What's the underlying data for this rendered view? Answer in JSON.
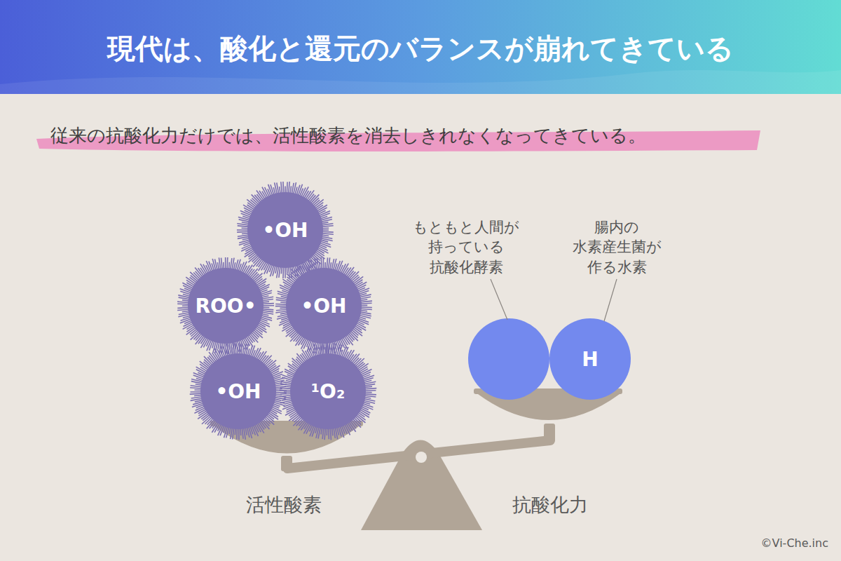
{
  "diagram": {
    "title": "現代は、酸化と還元のバランスが崩れてきている",
    "nodes": [
      {
        "text": [
          "•OH"
        ]
      },
      {
        "text": [
          "ROO•"
        ]
      },
      {
        "text": [
          "•OH"
        ]
      },
      {
        "text": [
          "•OH"
        ]
      },
      {
        "text": [
          "¹O₂"
        ]
      },
      {
        "text": [
          "H"
        ]
      }
    ],
    "labels": [
      "従来の抗酸化力だけでは、活性酸素を消去しきれなくなってきている。",
      "もともと人間が 持っている 抗酸化酵素",
      "腸内の 水素産生菌が 作る水素",
      "活性酸素",
      "抗酸化力",
      "©Vi-Che.inc"
    ]
  }
}
